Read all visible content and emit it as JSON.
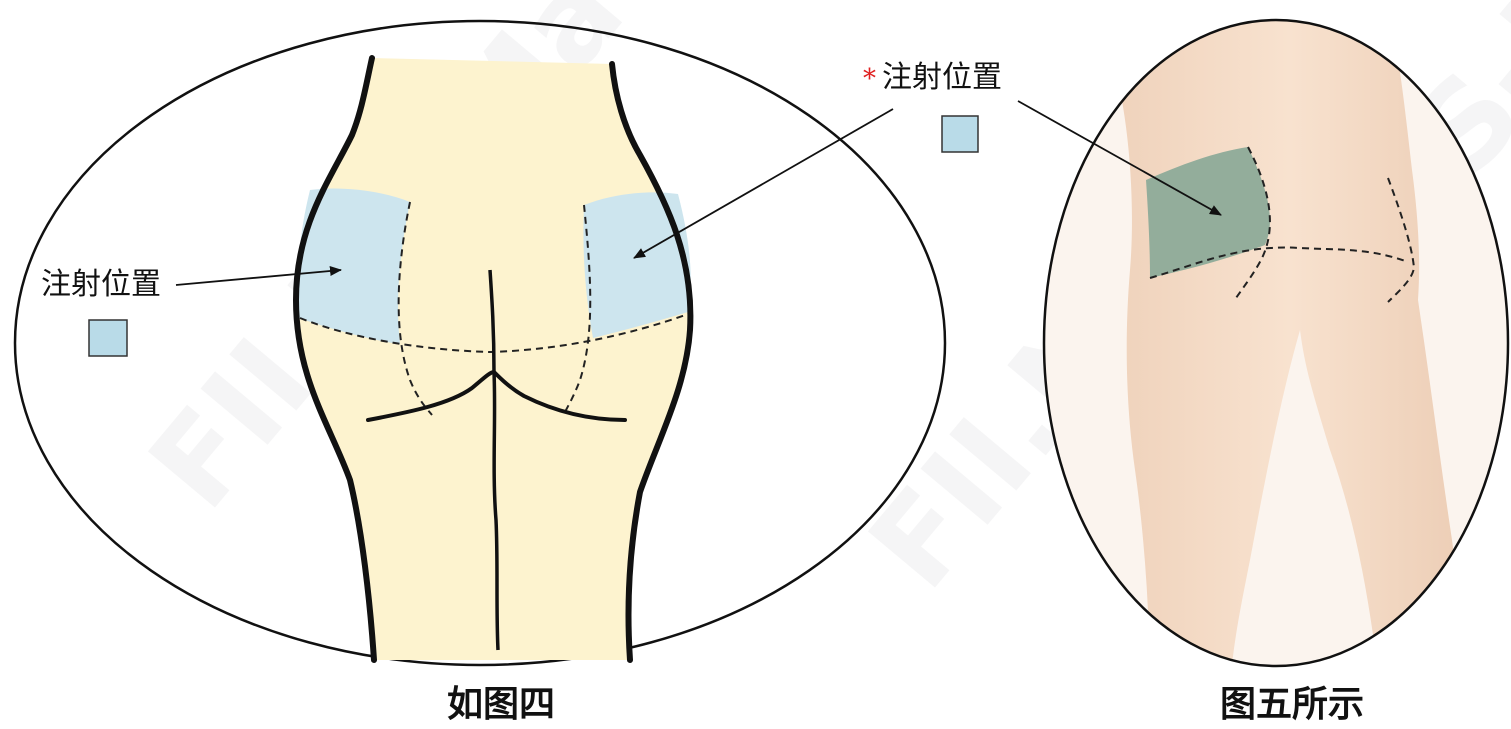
{
  "left_figure": {
    "label": "注射位置",
    "caption": "如图四"
  },
  "right_figure": {
    "marker": "*",
    "label": "注射位置",
    "caption": "图五所示"
  },
  "watermark": "FII.NS-Ma",
  "colors": {
    "skin_illustration": "#fdf3cf",
    "injection_zone": "#cde5ee",
    "legend_swatch": "#b9dbe8",
    "photo_zone": "#93ad9b",
    "outline": "#111111",
    "asterisk": "#e02020"
  }
}
